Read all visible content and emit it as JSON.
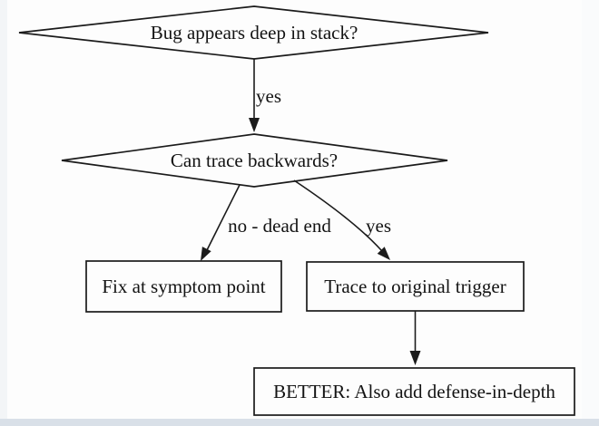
{
  "page": {
    "canvas_color": "#fdfdfd",
    "edge_colors": {
      "left": "#f3f5f7",
      "right": "#fafbfc",
      "bottom": "#d9e0e8"
    }
  },
  "diagram": {
    "type": "flowchart",
    "colors": {
      "stroke": "#1b1b1b",
      "text": "#131313",
      "node_fill": "#fdfdfd"
    },
    "nodes": {
      "q1": {
        "shape": "diamond",
        "label": "Bug appears deep in stack?"
      },
      "q2": {
        "shape": "diamond",
        "label": "Can trace backwards?"
      },
      "fix": {
        "shape": "box",
        "label": "Fix at symptom point"
      },
      "trace": {
        "shape": "box",
        "label": "Trace to original trigger"
      },
      "better": {
        "shape": "box",
        "label": "BETTER: Also add defense-in-depth"
      }
    },
    "edges": {
      "q1_to_q2": {
        "from": "q1",
        "to": "q2",
        "label": "yes"
      },
      "q2_to_fix": {
        "from": "q2",
        "to": "fix",
        "label": "no - dead end"
      },
      "q2_to_trace": {
        "from": "q2",
        "to": "trace",
        "label": "yes"
      },
      "trace_to_better": {
        "from": "trace",
        "to": "better",
        "label": ""
      }
    }
  }
}
